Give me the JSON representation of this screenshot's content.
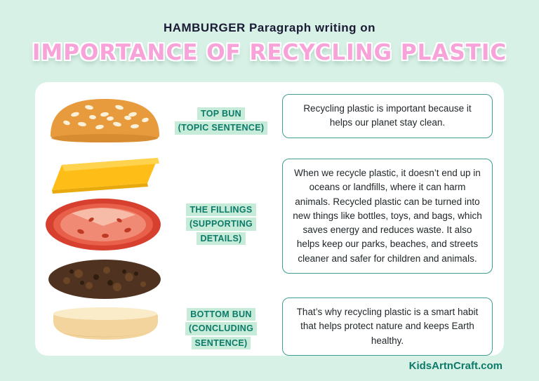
{
  "header": {
    "subtitle": "HAMBURGER Paragraph writing on",
    "title": "IMPORTANCE OF RECYCLING PLASTIC"
  },
  "diagram": {
    "rows": [
      {
        "label_lines": [
          "TOP BUN",
          "(TOPIC SENTENCE)"
        ],
        "text": "Recycling plastic is important because it helps our planet stay clean."
      },
      {
        "label_lines": [
          "THE FILLINGS",
          "(SUPPORTING",
          "DETAILS)"
        ],
        "text": "When we recycle plastic, it doesn’t end up in oceans or landfills, where it can harm animals. Recycled plastic can be turned into new things like bottles, toys, and bags, which saves energy and reduces waste. It also helps keep our parks, beaches, and streets cleaner and safer for children and animals."
      },
      {
        "label_lines": [
          "BOTTOM BUN",
          "(CONCLUDING",
          "SENTENCE)"
        ],
        "text": "That’s why recycling plastic is a smart habit that helps protect nature and keeps Earth healthy."
      }
    ],
    "burger_parts": [
      "top-bun",
      "cheese",
      "tomato",
      "patty",
      "bottom-bun"
    ]
  },
  "footer": {
    "site": "KidsArtnCraft.com"
  },
  "colors": {
    "background": "#D8F1E6",
    "title_pink": "#F7A3D9",
    "teal": "#0C7A68",
    "box_border": "#3F9E94",
    "label_highlight": "#C6EBD9",
    "card": "#FFFFFF"
  }
}
